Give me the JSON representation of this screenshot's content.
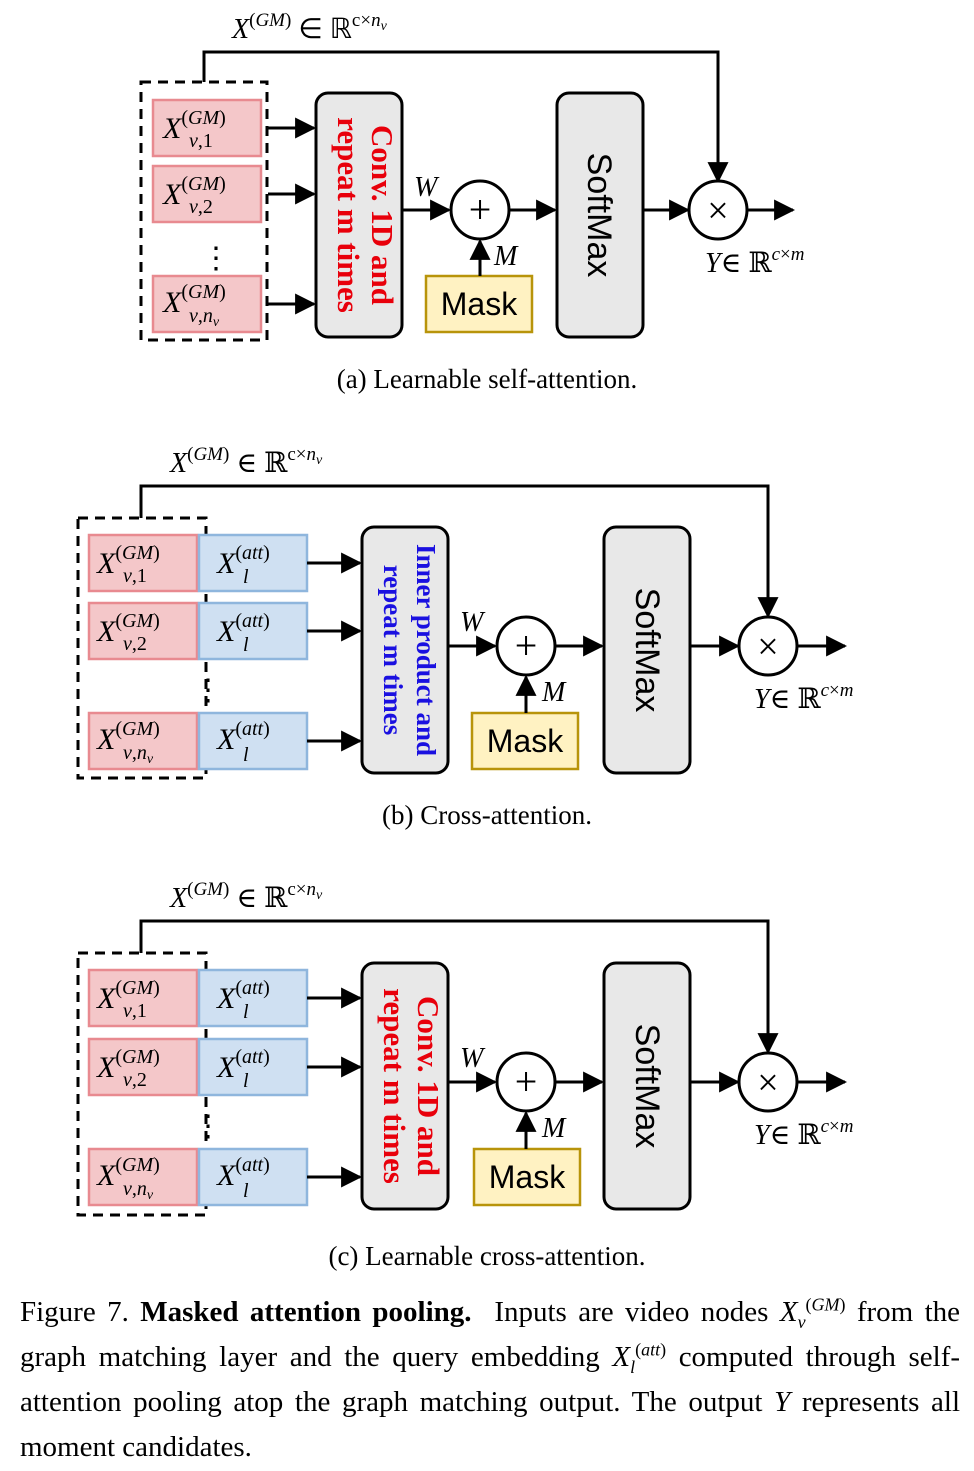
{
  "panels": [
    {
      "id": "a",
      "caption": "(a) Learnable self-attention.",
      "input_label": "X^{(GM)} ∈ ℝ^{c×n_v}",
      "nodes": [
        "1",
        "2",
        "n_v"
      ],
      "query_label": "",
      "block_label": [
        "Conv. 1D and",
        "repeat m times"
      ],
      "block_color": "#e8000b",
      "w_label": "W",
      "m_label": "M",
      "mask_label": "Mask",
      "softmax_label": "SoftMax",
      "output_label": "Y ∈ ℝ^{c×m}"
    },
    {
      "id": "b",
      "caption": "(b) Cross-attention.",
      "input_label": "X^{(GM)} ∈ ℝ^{c×n_v}",
      "nodes": [
        "1",
        "2",
        "n_v"
      ],
      "query_label": "X_l^{(att)}",
      "block_label": [
        "Inner product and",
        "repeat m times"
      ],
      "block_color": "#1a10e0",
      "w_label": "W",
      "m_label": "M",
      "mask_label": "Mask",
      "softmax_label": "SoftMax",
      "output_label": "Y ∈ ℝ^{c×m}"
    },
    {
      "id": "c",
      "caption": "(c) Learnable cross-attention.",
      "input_label": "X^{(GM)} ∈ ℝ^{c×n_v}",
      "nodes": [
        "1",
        "2",
        "n_v"
      ],
      "query_label": "X_l^{(att)}",
      "block_label": [
        "Conv. 1D and",
        "repeat m times"
      ],
      "block_color": "#e8000b",
      "w_label": "W",
      "m_label": "M",
      "mask_label": "Mask",
      "softmax_label": "SoftMax",
      "output_label": "Y ∈ ℝ^{c×m}"
    }
  ],
  "figure_caption": {
    "prefix": "Figure 7.",
    "title": "Masked attention pooling.",
    "text1": "Inputs are video nodes",
    "xv": "X_v^{(GM)}",
    "text2": "from the graph matching layer and the query embedding",
    "xl": "X_l^{(att)}",
    "text3": "computed through self-attention pooling atop the graph matching output. The output",
    "y": "Y",
    "text4": "represents all moment candidates."
  },
  "colors": {
    "node_fill": "#f4c7c9",
    "node_stroke": "#e88a90",
    "query_fill": "#cfe0f2",
    "query_stroke": "#8fb6dd",
    "mask_fill": "#fff2c2",
    "mask_stroke": "#b8940a",
    "softmax_fill": "#e8e8e8"
  }
}
